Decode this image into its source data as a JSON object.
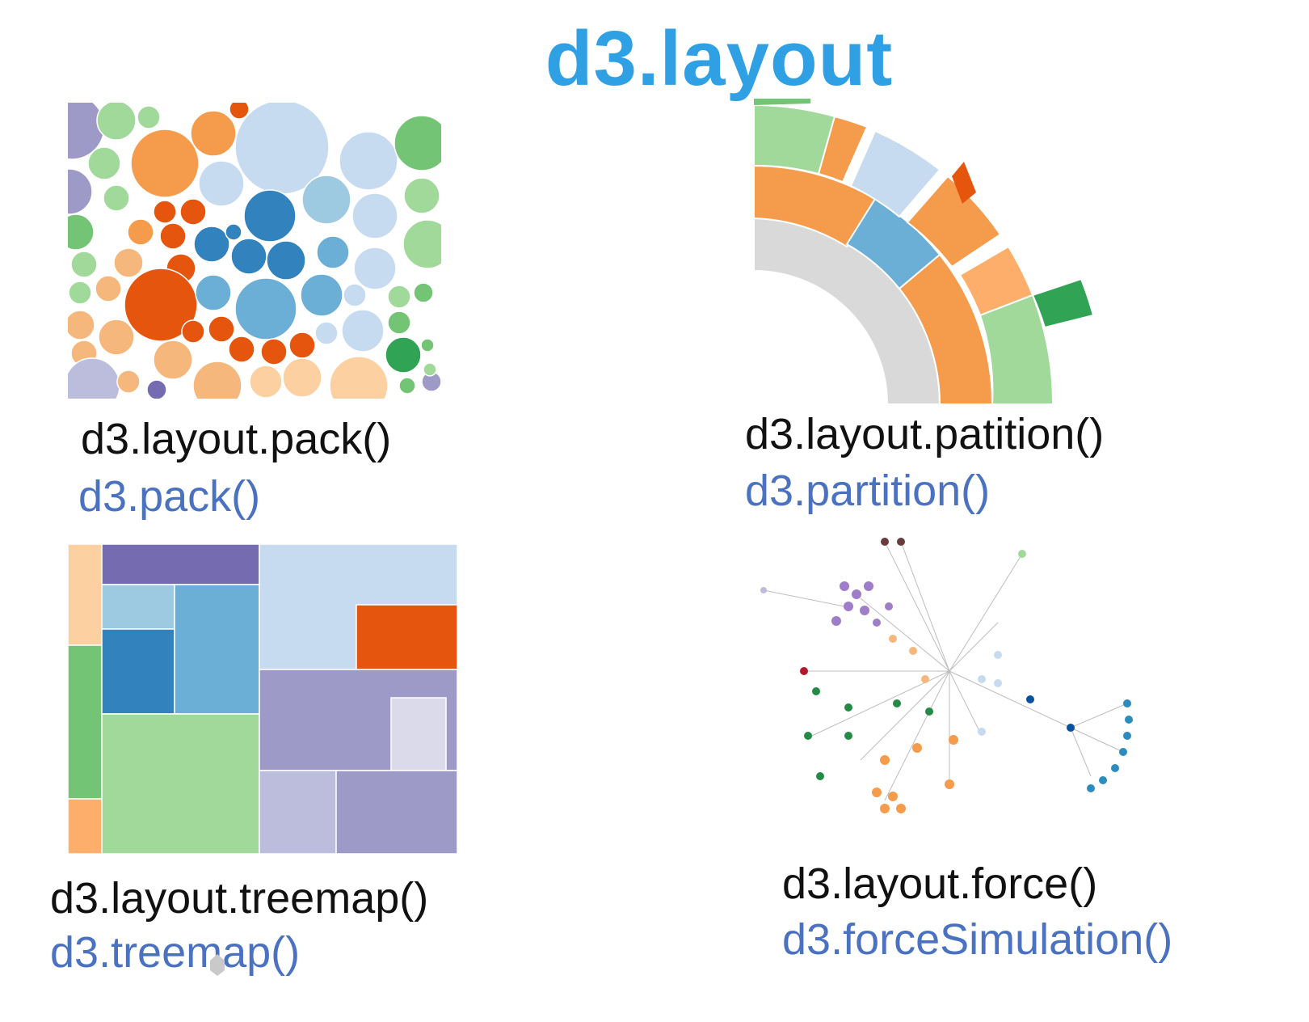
{
  "slide": {
    "title": "d3.layout"
  },
  "panels": {
    "pack": {
      "old_api": "d3.layout.pack()",
      "new_api": "d3.pack()",
      "colors": {
        "purple": "#9e9ac8",
        "green": "#74c476",
        "orange": "#f59b4c",
        "red": "#e6550d",
        "blue": "#3182bd",
        "lightblue": "#c6dbef"
      }
    },
    "partition": {
      "old_api": "d3.layout.patition()",
      "new_api": "d3.partition()"
    },
    "treemap": {
      "old_api": "d3.layout.treemap()",
      "new_api": "d3.treemap()"
    },
    "force": {
      "old_api": "d3.layout.force()",
      "new_api": "d3.forceSimulation()"
    }
  }
}
